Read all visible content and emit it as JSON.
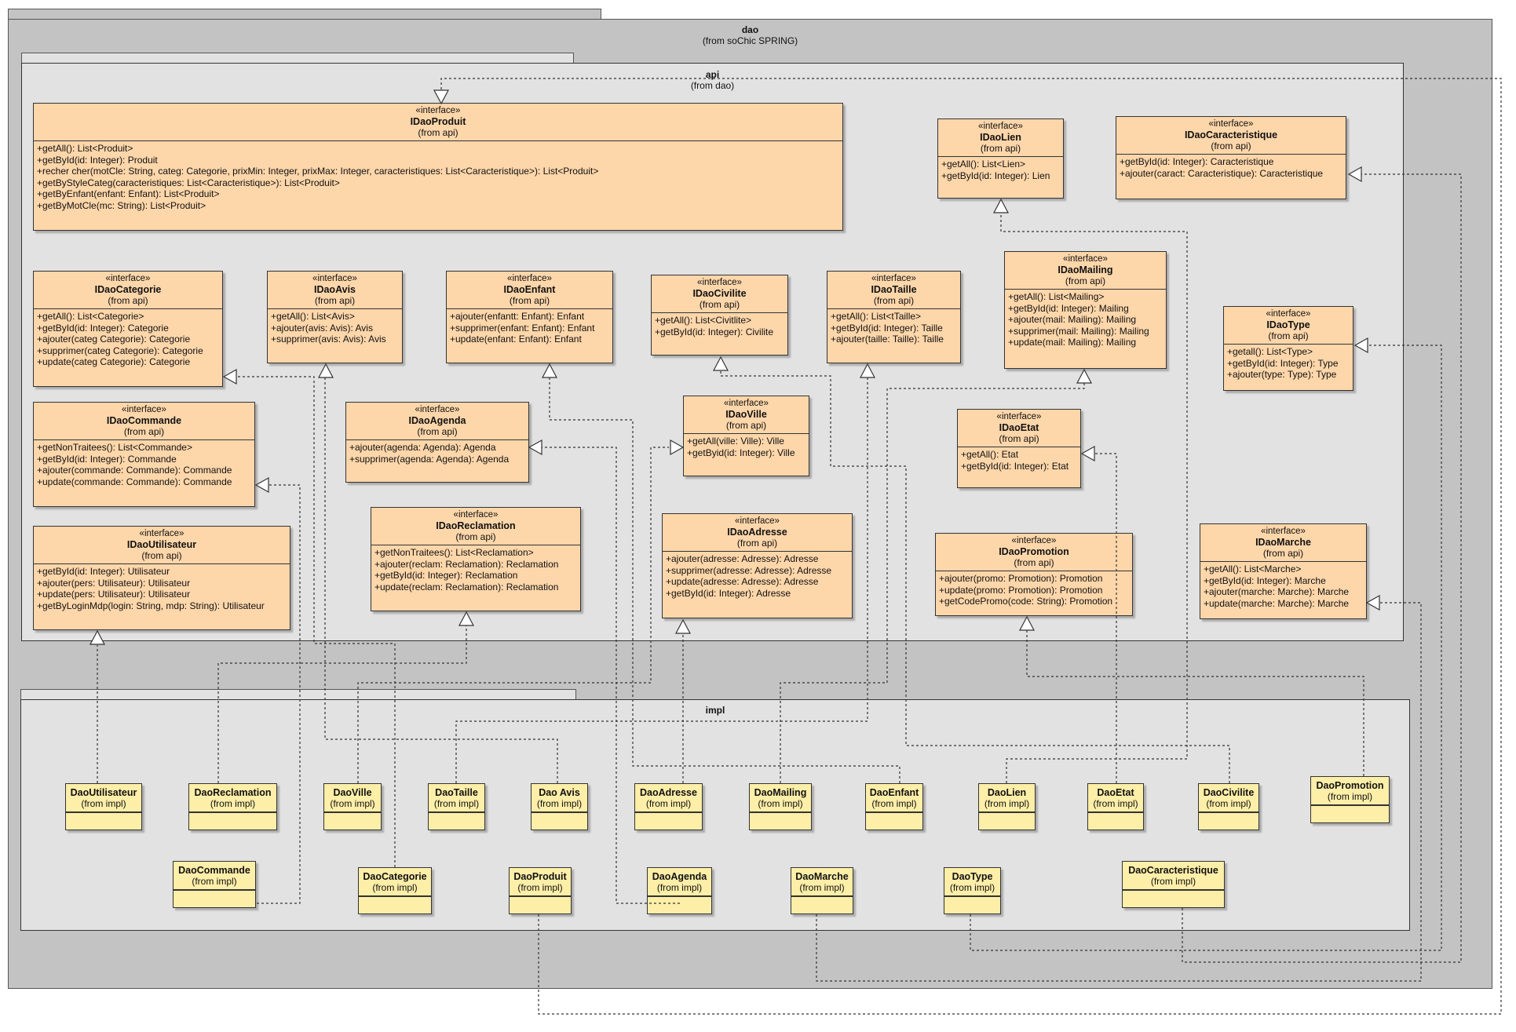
{
  "packages": {
    "dao": {
      "name": "dao",
      "from": "(from soChic SPRING)"
    },
    "api": {
      "name": "api",
      "from": "(from dao)"
    },
    "impl": {
      "name": "impl"
    }
  },
  "stereotype": "«interface»",
  "interfaces": {
    "produit": {
      "name": "IDaoProduit",
      "from": "(from api)",
      "ops": [
        "+getAll(): List<Produit>",
        "+getById(id: Integer): Produit",
        "+recher cher(motCle: String, categ: Categorie, prixMin: Integer, prixMax: Integer, caracteristiques: List<Caracteristique>): List<Produit>",
        "+getByStyleCateg(caracteristiques: List<Caracteristique>): List<Produit>",
        "+getByEnfant(enfant: Enfant): List<Produit>",
        "+getByMotCle(mc: String): List<Produit>"
      ]
    },
    "lien": {
      "name": "IDaoLien",
      "from": "(from api)",
      "ops": [
        "+getAll(): List<Lien>",
        "+getById(id: Integer): Lien"
      ]
    },
    "caracteristique": {
      "name": "IDaoCaracteristique",
      "from": "(from api)",
      "ops": [
        "+getById(id: Integer): Caracteristique",
        "+ajouter(caract: Caracteristique): Caracteristique"
      ]
    },
    "categorie": {
      "name": "IDaoCategorie",
      "from": "(from api)",
      "ops": [
        "+getAll(): List<Categorie>",
        "+getById(id: Integer): Categorie",
        "+ajouter(categ Categorie): Categorie",
        "+supprimer(categ Categorie): Categorie",
        "+update(categ Categorie): Categorie"
      ]
    },
    "avis": {
      "name": "IDaoAvis",
      "from": "(from api)",
      "ops": [
        "+getAll(): List<Avis>",
        "+ajouter(avis: Avis): Avis",
        "+supprimer(avis: Avis): Avis"
      ]
    },
    "enfant": {
      "name": "IDaoEnfant",
      "from": "(from api)",
      "ops": [
        "+ajouter(enfantt: Enfant): Enfant",
        "+supprimer(enfant: Enfant): Enfant",
        "+update(enfant: Enfant): Enfant"
      ]
    },
    "civilite": {
      "name": "IDaoCivilite",
      "from": "(from api)",
      "ops": [
        "+getAll(): List<Civitlite>",
        "+getById(id: Integer): Civilite"
      ]
    },
    "taille": {
      "name": "IDaoTaille",
      "from": "(from api)",
      "ops": [
        "+getAll(): List<tTaille>",
        "+getById(id: Integer): Taille",
        "+ajouter(taille: Taille): Taille"
      ]
    },
    "mailing": {
      "name": "IDaoMailing",
      "from": "(from api)",
      "ops": [
        "+getAll(): List<Mailing>",
        "+getById(id: Integer): Mailing",
        "+ajouter(mail: Mailing): Mailing",
        "+supprimer(mail: Mailing): Mailing",
        "+update(mail: Mailing): Mailing"
      ]
    },
    "type": {
      "name": "IDaoType",
      "from": "(from api)",
      "ops": [
        "+getall(): List<Type>",
        "+getById(id: Integer): Type",
        "+ajouter(type: Type): Type"
      ]
    },
    "commande": {
      "name": "IDaoCommande",
      "from": "(from api)",
      "ops": [
        "+getNonTraitees(): List<Commande>",
        "+getById(id: Integer): Commande",
        "+ajouter(commande: Commande): Commande",
        "+update(commande: Commande): Commande"
      ]
    },
    "agenda": {
      "name": "IDaoAgenda",
      "from": "(from api)",
      "ops": [
        "+ajouter(agenda: Agenda): Agenda",
        "+supprimer(agenda: Agenda): Agenda"
      ]
    },
    "ville": {
      "name": "IDaoVille",
      "from": "(from api)",
      "ops": [
        "+getAll(ville: Ville): Ville",
        "+getByid(id: Integer): Ville"
      ]
    },
    "etat": {
      "name": "IDaoEtat",
      "from": "(from api)",
      "ops": [
        "+getAll(): Etat",
        "+getById(id: Integer): Etat"
      ]
    },
    "utilisateur": {
      "name": "IDaoUtilisateur",
      "from": "(from api)",
      "ops": [
        "+getById(id: Integer): Utilisateur",
        "+ajouter(pers: Utilisateur): Utilisateur",
        "+update(pers: Utilisateur): Utilisateur",
        "+getByLoginMdp(login: String, mdp: String): Utilisateur"
      ]
    },
    "reclamation": {
      "name": "IDaoReclamation",
      "from": "(from api)",
      "ops": [
        "+getNonTraitees(): List<Reclamation>",
        "+ajouter(reclam: Reclamation): Reclamation",
        "+getById(id: Integer): Reclamation",
        "+update(reclam: Reclamation): Reclamation"
      ]
    },
    "adresse": {
      "name": "IDaoAdresse",
      "from": "(from api)",
      "ops": [
        "+ajouter(adresse: Adresse): Adresse",
        "+supprimer(adresse: Adresse): Adresse",
        "+update(adresse: Adresse): Adresse",
        "+getById(id: Integer): Adresse"
      ]
    },
    "promotion": {
      "name": "IDaoPromotion",
      "from": "(from api)",
      "ops": [
        "+ajouter(promo: Promotion): Promotion",
        "+update(promo: Promotion): Promotion",
        "+getCodePromo(code: String): Promotion"
      ]
    },
    "marche": {
      "name": "IDaoMarche",
      "from": "(from api)",
      "ops": [
        "+getAll(): List<Marche>",
        "+getById(id: Integer): Marche",
        "+ajouter(marche: Marche): Marche",
        "+update(marche: Marche): Marche"
      ]
    }
  },
  "impls": {
    "utilisateur": {
      "name": "DaoUtilisateur",
      "from": "(from impl)"
    },
    "reclamation": {
      "name": "DaoReclamation",
      "from": "(from impl)"
    },
    "ville": {
      "name": "DaoVille",
      "from": "(from impl)"
    },
    "taille": {
      "name": "DaoTaille",
      "from": "(from impl)"
    },
    "avis": {
      "name": "Dao Avis",
      "from": "(from impl)"
    },
    "adresse": {
      "name": "DaoAdresse",
      "from": "(from impl)"
    },
    "mailing": {
      "name": "DaoMailing",
      "from": "(from impl)"
    },
    "enfant": {
      "name": "DaoEnfant",
      "from": "(from impl)"
    },
    "lien": {
      "name": "DaoLien",
      "from": "(from impl)"
    },
    "etat": {
      "name": "DaoEtat",
      "from": "(from impl)"
    },
    "civilite": {
      "name": "DaoCivilite",
      "from": "(from impl)"
    },
    "promotion": {
      "name": "DaoPromotion",
      "from": "(from impl)"
    },
    "commande": {
      "name": "DaoCommande",
      "from": "(from impl)"
    },
    "categorie": {
      "name": "DaoCategorie",
      "from": "(from impl)"
    },
    "produit": {
      "name": "DaoProduit",
      "from": "(from impl)"
    },
    "agenda": {
      "name": "DaoAgenda",
      "from": "(from impl)"
    },
    "marche": {
      "name": "DaoMarche",
      "from": "(from impl)"
    },
    "type": {
      "name": "DaoType",
      "from": "(from impl)"
    },
    "caracteristique": {
      "name": "DaoCaracteristique",
      "from": "(from impl)"
    }
  },
  "colors": {
    "interface_fill": "#fdd6aa",
    "impl_fill": "#fdeea8",
    "dao_package": "#c3c3c3",
    "inner_package": "#e2e2e2"
  }
}
